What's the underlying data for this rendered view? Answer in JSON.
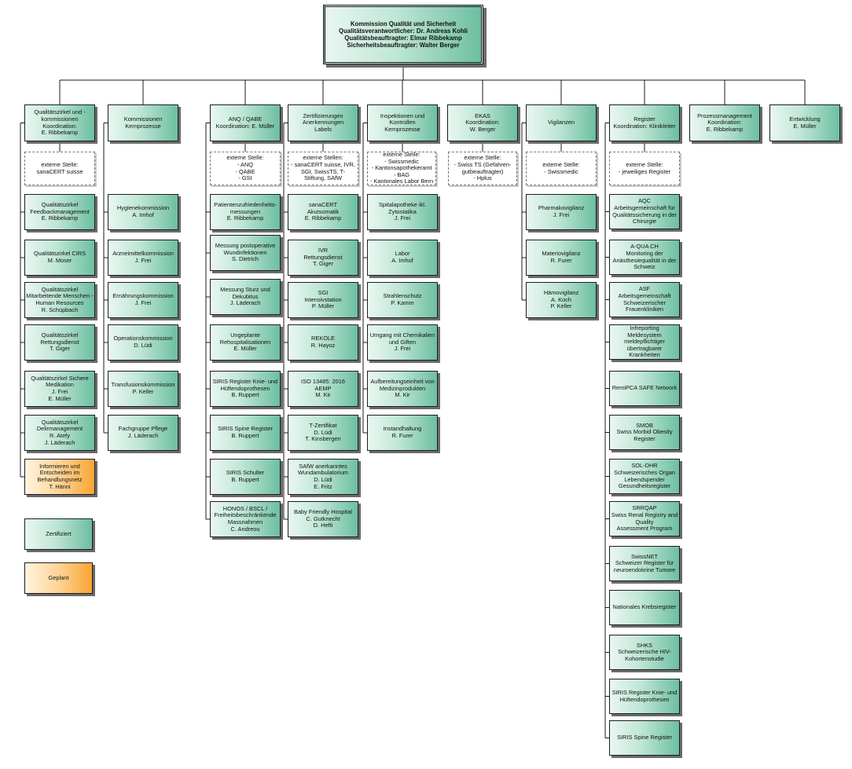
{
  "root": {
    "lines": [
      "Kommission Qualität und Sicherheit",
      "Qualitätsverantwortlicher: Dr. Andreas Kohli",
      "Qualitätsbeauftragter: Elmar Ribbekamp",
      "Sicherheitsbeauftragter: Walter Berger"
    ]
  },
  "columns": [
    {
      "id": "qz",
      "header": [
        "Qualitätszirkel und -",
        "kommissionen",
        "Koordination:",
        "E. Ribbekamp"
      ],
      "ext": [
        "externe Stelle:",
        "sanaCERT suisse"
      ],
      "items": [
        {
          "lines": [
            "Qualitätszirkel",
            "Feedbackmanagement",
            "E. Ribbekamp"
          ],
          "status": "zertifiziert"
        },
        {
          "lines": [
            "Qualitätszirkel CIRS",
            "M. Moser"
          ],
          "status": "zertifiziert"
        },
        {
          "lines": [
            "Qualitätszirkel",
            "Mitarbeitende Menschen -",
            "Human Resources",
            "R. Schüpbach"
          ],
          "status": "zertifiziert"
        },
        {
          "lines": [
            "Qualitätszirkel",
            "Rettungsdienst",
            "T. Giger"
          ],
          "status": "zertifiziert"
        },
        {
          "lines": [
            "Qualitätszirkel Sichere",
            "Medikation",
            "J. Frei",
            "E. Müller"
          ],
          "status": "zertifiziert"
        },
        {
          "lines": [
            "Qualitätszirkel",
            "Delirmanagement",
            "R. Atefy",
            "J. Läderach"
          ],
          "status": "zertifiziert"
        },
        {
          "lines": [
            "Informieren und",
            "Entscheiden im",
            "Behandlungsnetz",
            "T. Hänni"
          ],
          "status": "geplant"
        }
      ]
    },
    {
      "id": "kom",
      "header": [
        "Kommissionen",
        "Kernprozesse"
      ],
      "items": [
        {
          "lines": [
            "Hygienekommission",
            "A. Imhof"
          ],
          "status": "zertifiziert"
        },
        {
          "lines": [
            "Arzneimittelkommission",
            "J. Frei"
          ],
          "status": "zertifiziert"
        },
        {
          "lines": [
            "Ernährungskommission",
            "J. Frei"
          ],
          "status": "zertifiziert"
        },
        {
          "lines": [
            "Operationskommission",
            "D. Lüdi"
          ],
          "status": "zertifiziert"
        },
        {
          "lines": [
            "Transfusionskommission",
            "P. Keller"
          ],
          "status": "zertifiziert"
        },
        {
          "lines": [
            "Fachgruppe Pflege",
            "J. Läderach"
          ],
          "status": "zertifiziert"
        }
      ]
    },
    {
      "id": "anq",
      "header": [
        "ANQ / QABE",
        "Koordination: E. Müller"
      ],
      "ext": [
        "externe Stelle:",
        "- ANQ",
        "- QABE",
        "- GSI"
      ],
      "items": [
        {
          "lines": [
            "Patientenzufriedenheits-",
            "messungen",
            "E. Ribbekamp"
          ],
          "status": "zertifiziert"
        },
        {
          "lines": [
            "Messung postoperative",
            "Wundinfektionen",
            "S. Dietrich"
          ],
          "status": "zertifiziert"
        },
        {
          "lines": [
            "Messung Sturz und",
            "Dekubitus",
            "J. Läderach"
          ],
          "status": "zertifiziert"
        },
        {
          "lines": [
            "Ungeplante",
            "Rehospitalisationen",
            "E. Müller"
          ],
          "status": "zertifiziert"
        },
        {
          "lines": [
            "SIRIS Register Knie- und",
            "Hüftendoprothesen",
            "B. Ruppert"
          ],
          "status": "zertifiziert"
        },
        {
          "lines": [
            "SIRIS Spine Register",
            "B. Ruppert"
          ],
          "status": "zertifiziert"
        },
        {
          "lines": [
            "SIRIS Schulter",
            "B. Ruppert"
          ],
          "status": "zertifiziert"
        },
        {
          "lines": [
            "HONOS / BSCL /",
            "Freiheitsbeschränkende",
            "Massnahmen",
            "C. Andreou"
          ],
          "status": "zertifiziert"
        }
      ]
    },
    {
      "id": "zert",
      "header": [
        "Zertifizierungen",
        "Anerkennungen",
        "Labels"
      ],
      "ext": [
        "externe Stellen:",
        "- sanaCERT suisse, IVR,",
        "SGI, SwissTS, T-",
        "Stiftung, SAfW"
      ],
      "items": [
        {
          "lines": [
            "sanaCERT",
            "Akutsomatik",
            "E. Ribbekamp"
          ],
          "status": "zertifiziert"
        },
        {
          "lines": [
            "IVR",
            "Rettungsdienst",
            "T. Giger"
          ],
          "status": "zertifiziert"
        },
        {
          "lines": [
            "SGI",
            "Intensivstation",
            "P. Müller"
          ],
          "status": "zertifiziert"
        },
        {
          "lines": [
            "REKOLE",
            "R. Hayoz"
          ],
          "status": "zertifiziert"
        },
        {
          "lines": [
            "ISO 13485: 2016",
            "AEMP",
            "M. Kir"
          ],
          "status": "zertifiziert"
        },
        {
          "lines": [
            "T-Zertifikat",
            "D. Lüdi",
            "T. Kinsbergen"
          ],
          "status": "zertifiziert"
        },
        {
          "lines": [
            "SAfW anerkanntes",
            "Wundambulatorium",
            "D. Lüdi",
            "E. Fritz"
          ],
          "status": "zertifiziert"
        },
        {
          "lines": [
            "Baby Friendly Hospital",
            "C. Gutknecht",
            "D. Hefti"
          ],
          "status": "zertifiziert"
        }
      ]
    },
    {
      "id": "insp",
      "header": [
        "Inspektionen und",
        "Kontrollen",
        "Kernprozesse"
      ],
      "ext": [
        "externe Stelle:",
        "- Swissmedic",
        "- Kantonsapothekeramt",
        "- BAG",
        "- Kantonales Labor Bern"
      ],
      "items": [
        {
          "lines": [
            "Spitalapotheke ikl.",
            "Zytostatika",
            "J. Frei"
          ],
          "status": "zertifiziert"
        },
        {
          "lines": [
            "Labor",
            "A. Imhof"
          ],
          "status": "zertifiziert"
        },
        {
          "lines": [
            "Strahlenschutz",
            "P. Kamm"
          ],
          "status": "zertifiziert"
        },
        {
          "lines": [
            "Umgang mit Chemikalien",
            "und Giften",
            "J. Frei"
          ],
          "status": "zertifiziert"
        },
        {
          "lines": [
            "Aufbereitungseinheit von",
            "Medizinprodukten",
            "M. Kir"
          ],
          "status": "zertifiziert"
        },
        {
          "lines": [
            "Instandhaltung",
            "R. Furer"
          ],
          "status": "zertifiziert"
        }
      ]
    },
    {
      "id": "ekas",
      "header": [
        "EKAS",
        "Koordination:",
        "W. Berger"
      ],
      "ext": [
        "externe Stelle:",
        "- Swiss TS (Gefahren-",
        "gutbeauftragter)",
        "- Hplus"
      ],
      "items": []
    },
    {
      "id": "vig",
      "header": [
        "Vigilanzen"
      ],
      "ext": [
        "externe Stelle:",
        "- Swissmedic"
      ],
      "items": [
        {
          "lines": [
            "Pharmakovigilanz",
            "J. Frei"
          ],
          "status": "zertifiziert"
        },
        {
          "lines": [
            "Materiovigilanz",
            "R. Furer"
          ],
          "status": "zertifiziert"
        },
        {
          "lines": [
            "Hämovigilanz",
            "A. Koch",
            "P. Keller"
          ],
          "status": "zertifiziert"
        }
      ]
    },
    {
      "id": "reg",
      "header": [
        "Register",
        "Koordination: Klinikleiter"
      ],
      "ext": [
        "externe Stelle:",
        "- jeweiliges Register"
      ],
      "items": [
        {
          "lines": [
            "AQC",
            "Arbeitsgemeinschaft für",
            "Qualitätssicherung in der",
            "Chirurgie"
          ],
          "status": "zertifiziert"
        },
        {
          "lines": [
            "A-QUA CH",
            "Monitoring der",
            "Anästhesiequalität in der",
            "Schweiz"
          ],
          "status": "zertifiziert"
        },
        {
          "lines": [
            "ASF",
            "Arbeitsgemeinschaft",
            "Schweizerischer",
            "Frauenkliniken"
          ],
          "status": "zertifiziert"
        },
        {
          "lines": [
            "Infreporting",
            "Meldesystem",
            "meldepflichtiger",
            "übertragbarer",
            "Krankheiten"
          ],
          "status": "zertifiziert"
        },
        {
          "lines": [
            "RemiPCA SAFE Network"
          ],
          "status": "zertifiziert"
        },
        {
          "lines": [
            "SMOB",
            "Swiss Morbid Obesity",
            "Register"
          ],
          "status": "zertifiziert"
        },
        {
          "lines": [
            "SOL-DHR",
            "Schweizerisches Organ",
            "Lebendspender",
            "Gesundheitsregister"
          ],
          "status": "zertifiziert"
        },
        {
          "lines": [
            "SRRQAP",
            "Swiss Renal Registry and",
            "Quality",
            "Assessment Program"
          ],
          "status": "zertifiziert"
        },
        {
          "lines": [
            "SwissNET",
            "Schweizer Register für",
            "neuroendokrine Tumore"
          ],
          "status": "zertifiziert"
        },
        {
          "lines": [
            "Nationales Krebsregister"
          ],
          "status": "zertifiziert"
        },
        {
          "lines": [
            "SHKS",
            "Schweizerische HIV-",
            "Kohortenstudie"
          ],
          "status": "zertifiziert"
        },
        {
          "lines": [
            "SIRIS Register Knie- und",
            "Hüftendoprothesen"
          ],
          "status": "zertifiziert"
        },
        {
          "lines": [
            "SIRIS Spine Register"
          ],
          "status": "zertifiziert"
        }
      ]
    },
    {
      "id": "proz",
      "header": [
        "Prozessmanagement",
        "Koordination:",
        "E. Ribbekamp"
      ],
      "items": []
    },
    {
      "id": "entw",
      "header": [
        "Entwicklung",
        "E. Müller"
      ],
      "items": []
    }
  ],
  "legend": [
    {
      "label": "Zertifiziert",
      "status": "zertifiziert"
    },
    {
      "label": "Geplant",
      "status": "geplant"
    }
  ],
  "colors": {
    "zertifiziert": "#6dbfa1",
    "geplant": "#f8a534"
  }
}
